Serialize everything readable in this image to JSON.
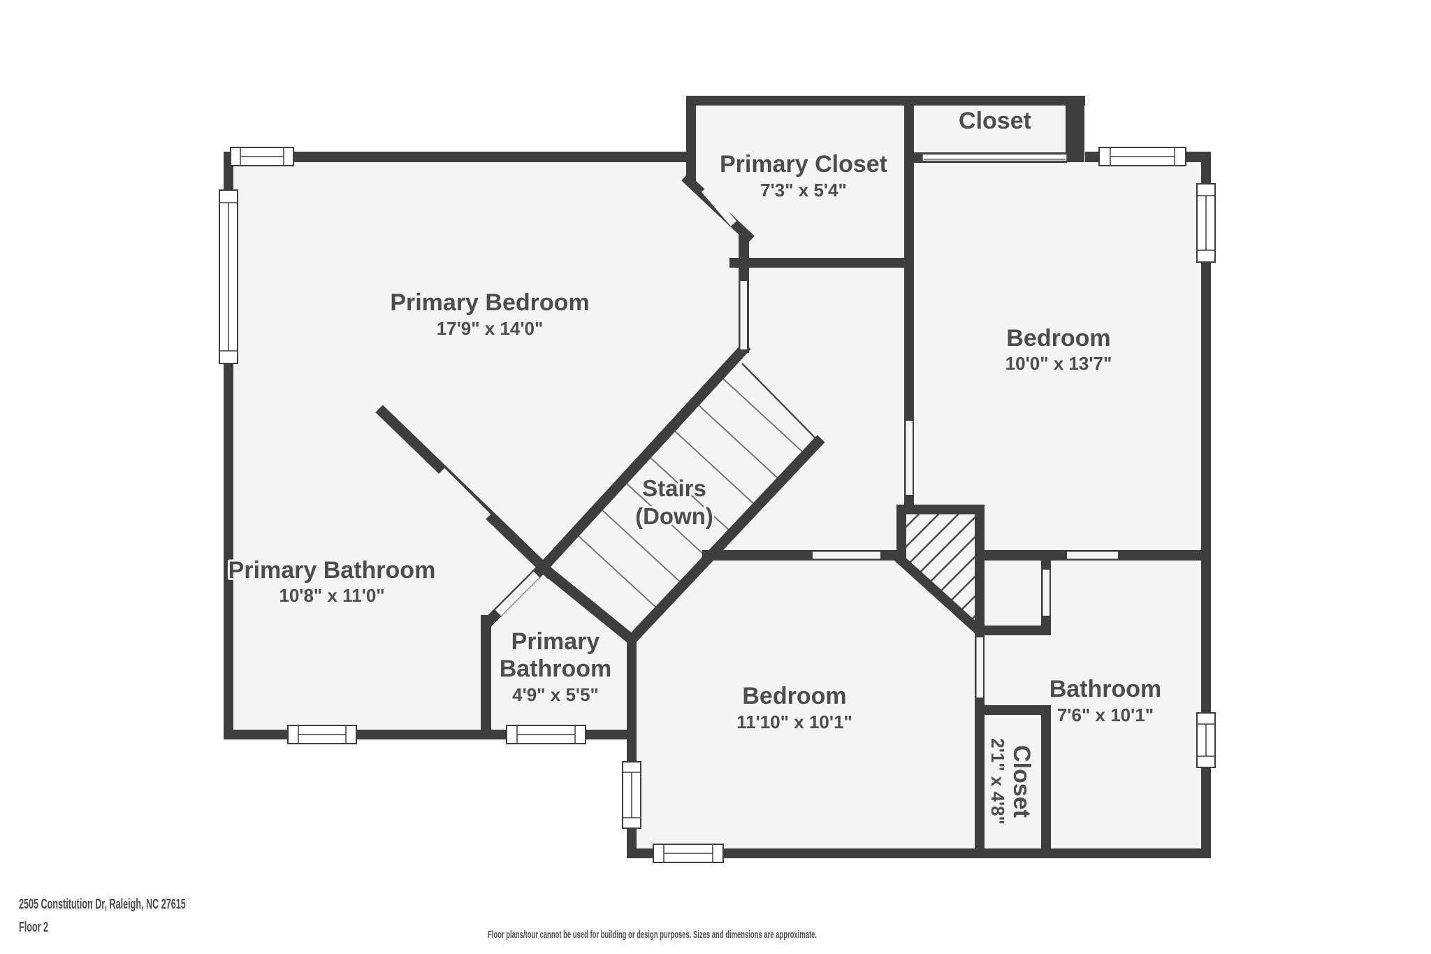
{
  "footer": {
    "address": "2505 Constitution Dr, Raleigh, NC 27615",
    "floor": "Floor 2",
    "disclaimer": "Floor plans/tour cannot be used for building or design purposes. Sizes and dimensions are approximate."
  },
  "rooms": {
    "primary_bedroom": {
      "name": "Primary Bedroom",
      "dims": "17'9\" x 14'0\""
    },
    "primary_closet": {
      "name": "Primary Closet",
      "dims": "7'3\" x 5'4\""
    },
    "closet_top": {
      "name": "Closet"
    },
    "bedroom_right": {
      "name": "Bedroom",
      "dims": "10'0\" x 13'7\""
    },
    "stairs": {
      "name": "Stairs",
      "sub": "(Down)"
    },
    "primary_bathroom": {
      "name": "Primary Bathroom",
      "dims": "10'8\" x 11'0\""
    },
    "primary_bathroom_small": {
      "line1": "Primary",
      "line2": "Bathroom",
      "dims": "4'9\" x 5'5\""
    },
    "bedroom_bottom": {
      "name": "Bedroom",
      "dims": "11'10\" x 10'1\""
    },
    "bathroom": {
      "name": "Bathroom",
      "dims": "7'6\" x 10'1\""
    },
    "closet_small": {
      "name": "Closet",
      "dims": "2'1\" x 4'8\""
    }
  },
  "colors": {
    "wall": "#3e3e3e",
    "floor": "#f4f4f4",
    "label": "#4d4d4d",
    "background": "#ffffff"
  }
}
